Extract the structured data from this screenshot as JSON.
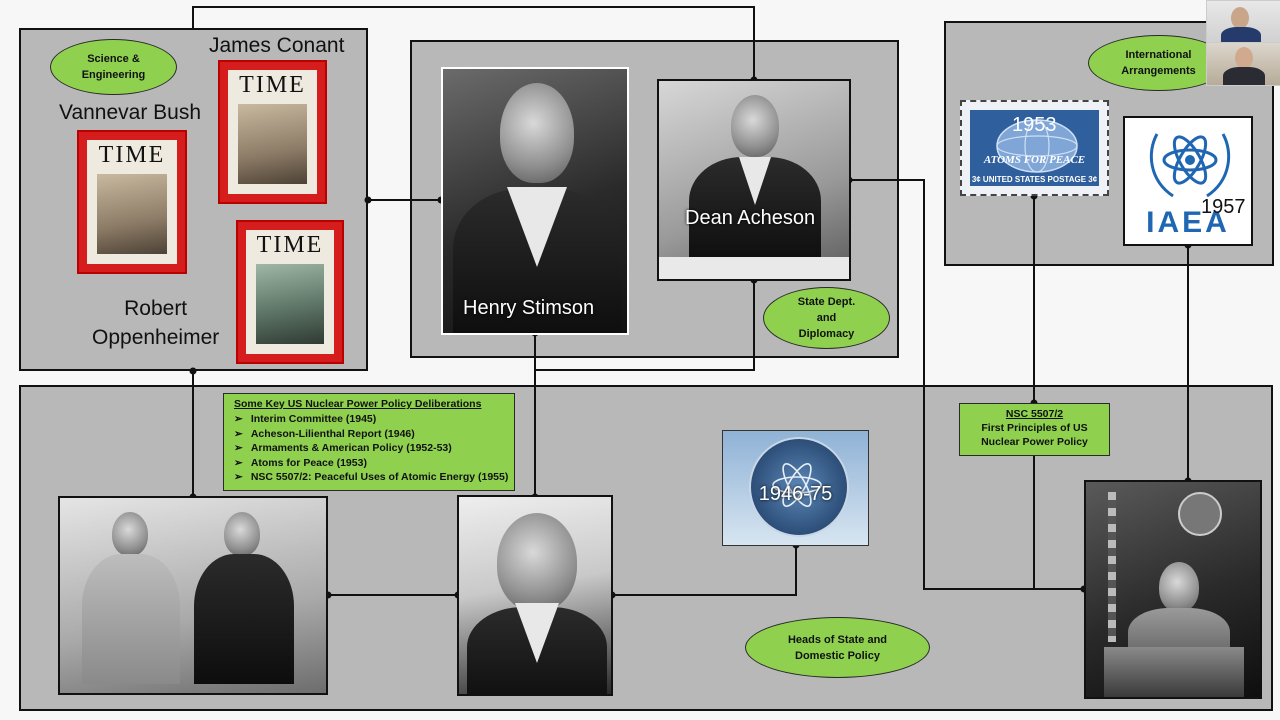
{
  "labels": {
    "vannevar_bush": "Vannevar Bush",
    "james_conant": "James Conant",
    "robert_oppenheimer": "Robert\nOppenheimer",
    "henry_stimson": "Henry Stimson",
    "dean_acheson": "Dean Acheson"
  },
  "categories": {
    "science": "Science &\nEngineering",
    "state_dept": "State Dept.\nand\nDiplomacy",
    "international": "International\nArrangements",
    "heads_of_state": "Heads of State and\nDomestic Policy"
  },
  "time_cover": {
    "word": "TIME"
  },
  "policy_box": {
    "title": "Some Key US Nuclear Power Policy Deliberations",
    "items": [
      "Interim Committee (1945)",
      "Acheson-Lilienthal Report (1946)",
      "Armaments & American Policy (1952-53)",
      "Atoms for Peace (1953)",
      "NSC 5507/2: Peaceful Uses of Atomic Energy (1955)"
    ]
  },
  "nsc_box": {
    "title": "NSC 5507/2",
    "line1": "First Principles of US",
    "line2": "Nuclear Power Policy"
  },
  "stamp": {
    "year": "1953",
    "slogan": "ATOMS FOR PEACE",
    "footer": "3¢ UNITED STATES POSTAGE 3¢"
  },
  "iaea": {
    "text": "IAEA",
    "year": "1957"
  },
  "aec_seal": {
    "years": "1946-75"
  },
  "colors": {
    "panel": "#b8b8b8",
    "pill_green": "#8fd14f",
    "time_red": "#d51d1d",
    "stamp_blue": "#2f5f9c",
    "iaea_blue": "#1f66b3"
  }
}
